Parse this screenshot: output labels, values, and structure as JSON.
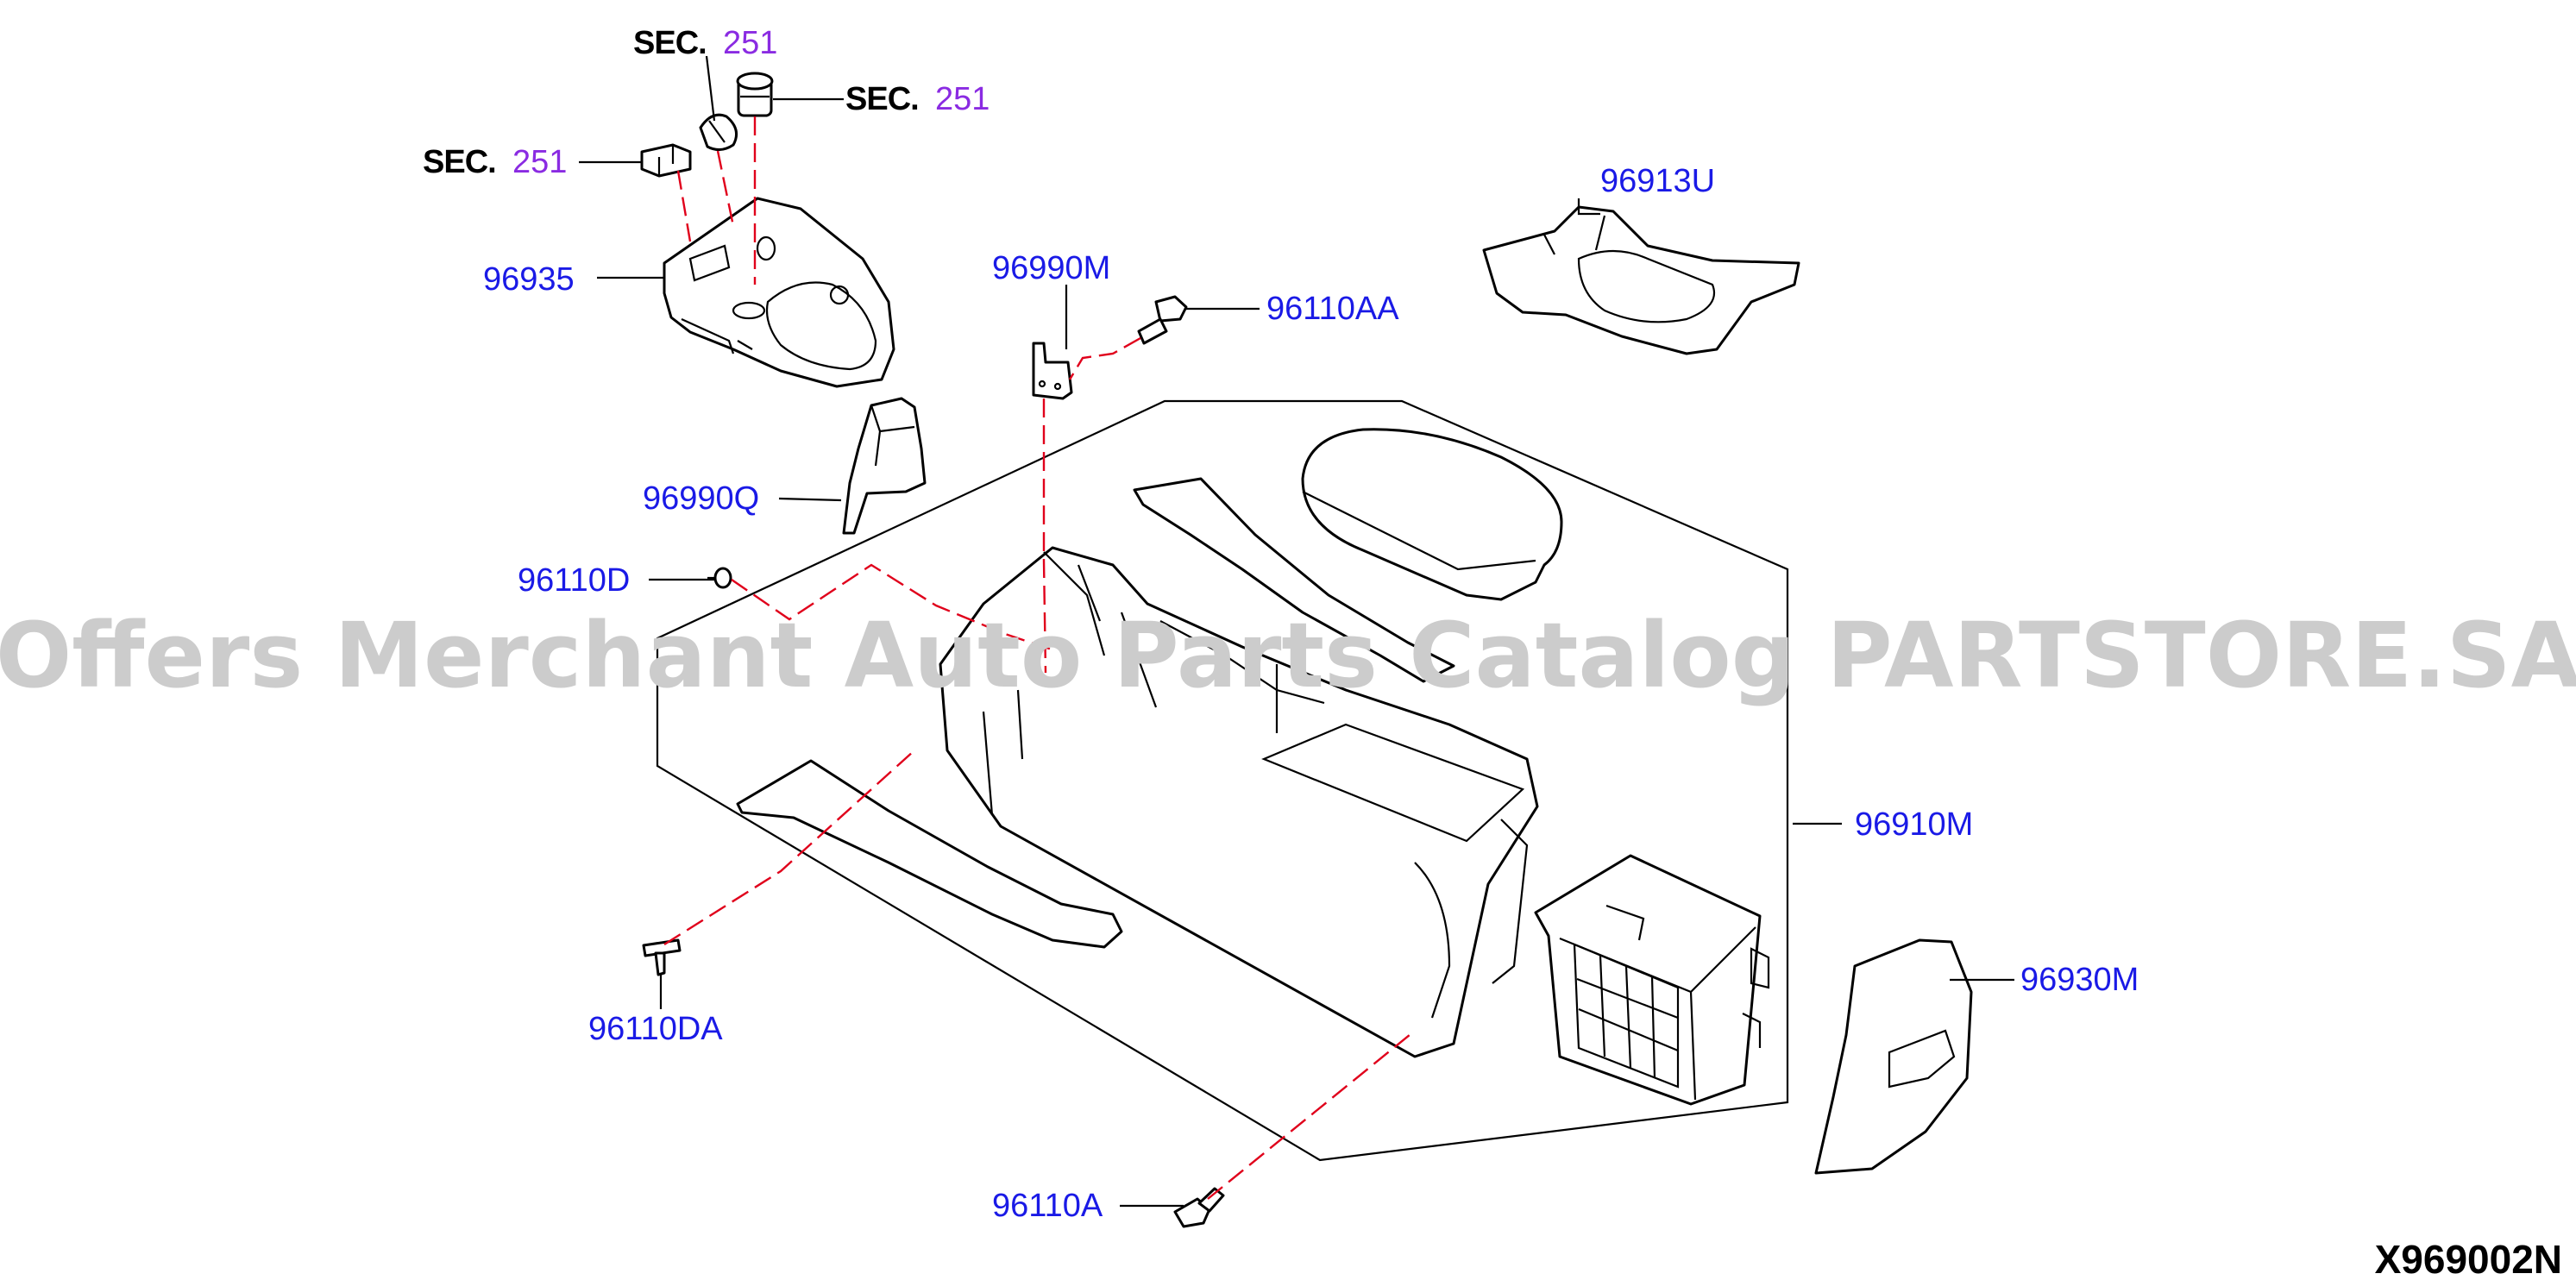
{
  "diagram_code": "X969002N",
  "watermark": "Offers Merchant Auto Parts Catalog PARTSTORE.SA",
  "colors": {
    "part_number_text": "#1a1ae6",
    "section_number_text": "#8a2be2",
    "section_prefix_text": "#000000",
    "dashed_guide": "#e0001b",
    "watermark": "#cccccc"
  },
  "sections": [
    {
      "id": "sec-top",
      "prefix": "SEC.",
      "number": "251"
    },
    {
      "id": "sec-right",
      "prefix": "SEC.",
      "number": "251"
    },
    {
      "id": "sec-left",
      "prefix": "SEC.",
      "number": "251"
    }
  ],
  "parts": [
    {
      "id": "96935",
      "label": "96935"
    },
    {
      "id": "96990M",
      "label": "96990M"
    },
    {
      "id": "96110AA",
      "label": "96110AA"
    },
    {
      "id": "96913U",
      "label": "96913U"
    },
    {
      "id": "96990Q",
      "label": "96990Q"
    },
    {
      "id": "96110D",
      "label": "96110D"
    },
    {
      "id": "96910M",
      "label": "96910M"
    },
    {
      "id": "96930M",
      "label": "96930M"
    },
    {
      "id": "96110DA",
      "label": "96110DA"
    },
    {
      "id": "96110A",
      "label": "96110A"
    }
  ]
}
